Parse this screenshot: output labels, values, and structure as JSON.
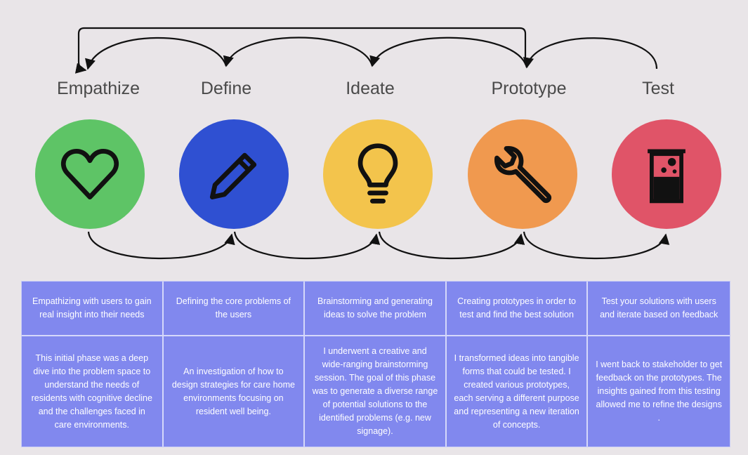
{
  "stages": [
    {
      "title": "Empathize",
      "color": "#5ec466",
      "icon": "heart-icon",
      "summary": "Empathizing with users to gain real insight into their needs",
      "detail": "This initial phase was a deep dive into the problem space to understand the needs of residents with cognitive decline and the challenges faced in care environments."
    },
    {
      "title": "Define",
      "color": "#2f50d2",
      "icon": "pencil-icon",
      "summary": "Defining the core problems of the users",
      "detail": "An investigation of how to design strategies for care home environments focusing on resident well being."
    },
    {
      "title": "Ideate",
      "color": "#f3c44c",
      "icon": "lightbulb-icon",
      "summary": "Brainstorming and generating ideas to solve the problem",
      "detail": "I underwent a creative and wide-ranging brainstorming session. The goal of this phase was to generate a diverse range of potential solutions to the identified problems (e.g. new signage)."
    },
    {
      "title": "Prototype",
      "color": "#f0994f",
      "icon": "wrench-icon",
      "summary": "Creating prototypes in order to test and find the best solution",
      "detail": "I transformed ideas into tangible forms that could be tested. I created various prototypes, each serving a different purpose and representing a new iteration of concepts."
    },
    {
      "title": "Test",
      "color": "#e05468",
      "icon": "beaker-icon",
      "summary": "Test  your solutions with users and iterate based on feedback",
      "detail": "I went back to stakeholder to get feedback on the prototypes. The insights gained from this testing allowed me to refine the designs ."
    }
  ]
}
